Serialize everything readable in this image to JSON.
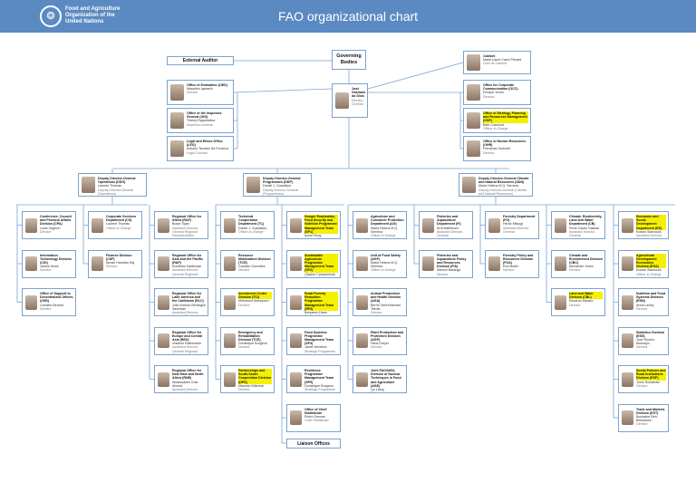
{
  "header": {
    "org_name": "Food and Agriculture\nOrganization of the\nUnited Nations",
    "title": "FAO organizational chart",
    "bg_color": "#5b8ac2"
  },
  "top": {
    "external_auditor": "External Auditor",
    "governing_bodies": "Governing\nBodies",
    "dg": {
      "name": "José Graziano da Silva",
      "role": "Director-General"
    },
    "cabinet": {
      "name": "Cabinet",
      "person": "Marie-Laure Carré-Pénard",
      "role": "Chef de Cabinet"
    },
    "left_units": [
      {
        "name": "Office of Evaluation (OED)",
        "person": "Masahiro Igarashi",
        "role": "Director"
      },
      {
        "name": "Office of the Inspector-General (OIG)",
        "person": "Thierry Rajaobelina",
        "role": "Inspector-General"
      },
      {
        "name": "Legal and Ethics Office (LEG)",
        "person": "Antonio Tavares Da Fonseca",
        "role": "Legal Counsel"
      }
    ],
    "right_units": [
      {
        "name": "Office for Corporate Communication (OCC)",
        "person": "Enrique Yeves",
        "role": "Director",
        "hl": false
      },
      {
        "name": "Office of Strategy, Planning and Resources Management (OSP)",
        "person": "Beth Crawford",
        "role": "Officer-in-Charge",
        "hl": true
      },
      {
        "name": "Office of Human Resources (OHR)",
        "person": "Fernanda Guerrieri",
        "role": "Director",
        "hl": false
      }
    ]
  },
  "ddgs": [
    {
      "name": "Deputy Director-General Operations (DDO)",
      "person": "Laurent Thomas",
      "role": "Deputy Director-General (Operations)"
    },
    {
      "name": "Deputy Director-General Programmes (DDP)",
      "person": "Daniel J. Gustafson",
      "role": "Deputy Director-General (Programmes)"
    },
    {
      "name": "Deputy Director-General Climate and Natural Resources (DDN)",
      "person": "Maria Helena M.Q. Semedo",
      "role": "Deputy Director-General (Climate and Natural Resources)"
    }
  ],
  "columns": [
    {
      "items": [
        {
          "name": "Conference, Council and Protocol Affairs Division (CPA)",
          "person": "Louis Gagnon",
          "role": "Director",
          "hl": false
        },
        {
          "name": "Information Technology Division (CIO)",
          "person": "James Howe",
          "role": "Director",
          "hl": false
        },
        {
          "name": "Office of Support to Decentralized Offices (OSD)",
          "person": "Caroline Benard",
          "role": "Director",
          "hl": false
        }
      ]
    },
    {
      "items": [
        {
          "name": "Corporate Services Department (CS)",
          "person": "Laurent Thomas",
          "role": "Officer-in-Charge",
          "hl": false
        },
        {
          "name": "Finance Division (CSF)",
          "person": "Aiman Hamdan Haj",
          "role": "Director",
          "hl": false
        }
      ]
    },
    {
      "items": [
        {
          "name": "Regional Office for Africa (RAF)",
          "person": "Bukar Tijani",
          "role": "Assistant Director-General Regional Representative",
          "hl": false
        },
        {
          "name": "Regional Office for Asia and the Pacific (RAP)",
          "person": "Kundhavi Kadiresan",
          "role": "Assistant Director-General Regional Representative",
          "hl": false
        },
        {
          "name": "Regional Office for Latin America and the Caribbean (RLC)",
          "person": "Julio Antonio Berdegue Sacristan",
          "role": "Assistant Director-General Regional Representative",
          "hl": false
        },
        {
          "name": "Regional Office for Europe and Central Asia (REU)",
          "person": "Vladimir Rakhmanin",
          "role": "Assistant Director-General Regional Representative",
          "hl": false
        },
        {
          "name": "Regional Office for Near East and North Africa (RNE)",
          "person": "Abdessalam Ould Ahmed",
          "role": "Assistant Director-General Regional Representative",
          "hl": false
        }
      ]
    },
    {
      "items": [
        {
          "name": "Technical Cooperation Department (TC)",
          "person": "Daniel J. Gustafson",
          "role": "Officer-in-Charge",
          "hl": false
        },
        {
          "name": "Resource Mobilization Division (TCR)",
          "person": "Gustavo Gonzalez",
          "role": "Director",
          "hl": false
        },
        {
          "name": "Investment Centre Division (TCI)",
          "person": "Mohamed Manssouri",
          "role": "Director",
          "hl": true
        },
        {
          "name": "Emergency and Rehabilitation Division (TCE)",
          "person": "Dominique Burgeon",
          "role": "Director",
          "hl": false
        },
        {
          "name": "Partnerships and South-South Cooperation Division (DPS)",
          "person": "Marcela Villarreal",
          "role": "Director",
          "hl": true
        }
      ]
    },
    {
      "items": [
        {
          "name": "Hunger Eradication, Food Security and Nutrition Programme Management Team (SP1)",
          "person": "Anna Ricoy",
          "role": "Strategic Programme Leader",
          "hl": true
        },
        {
          "name": "Sustainable Agriculture Programme Management Team (SP2)",
          "person": "Clayton Campanhola",
          "role": "Strategic Programme Leader",
          "hl": true
        },
        {
          "name": "Rural Poverty Reduction Programme Management Team (SP3)",
          "person": "Benjamin Davis",
          "role": "Strategic Programme Leader",
          "hl": true
        },
        {
          "name": "Food Systems Programme Management Team (SP4)",
          "person": "Jamie Morrison",
          "role": "Strategic Programme Leader",
          "hl": false
        },
        {
          "name": "Resilience Programme Management Team (SP5)",
          "person": "Dominique Burgeon",
          "role": "Strategic Programme Leader",
          "hl": false
        },
        {
          "name": "Office of Chief Statistician",
          "person": "Pietro Gennari",
          "role": "Chief Statistician",
          "hl": false
        }
      ],
      "tail": "Liaison Offices"
    },
    {
      "items": [
        {
          "name": "Agriculture and Consumer Protection Department (AG)",
          "person": "Maria Helena M.Q. Semedo",
          "role": "Officer-in-Charge",
          "hl": false
        },
        {
          "name": "Unit of Food Safety (AGF)",
          "person": "Maria Helena M.Q. Semedo",
          "role": "Officer-in-Charge",
          "hl": false
        },
        {
          "name": "Animal Production and Health Division (AGA)",
          "person": "Berhe Gebremichael Tekola",
          "role": "Director",
          "hl": false
        },
        {
          "name": "Plant Production and Protection Division (AGP)",
          "person": "Hans Dreyer",
          "role": "Director",
          "hl": false
        },
        {
          "name": "Joint FAO/IAEA Division of Nuclear Techniques in Food and Agriculture (AGE)",
          "person": "Qu Liang",
          "role": "Director",
          "hl": false
        }
      ]
    },
    {
      "items": [
        {
          "name": "Fisheries and Aquaculture Department (FI)",
          "person": "Árni Mathiesen",
          "role": "Assistant Director-General",
          "hl": false
        },
        {
          "name": "Fisheries and Aquaculture Policy and Resources Division (FIA)",
          "person": "Manuel Barange",
          "role": "Director",
          "hl": false
        }
      ]
    },
    {
      "items": [
        {
          "name": "Forestry Department (FO)",
          "person": "Hiroto Mitsugi",
          "role": "Assistant Director-General",
          "hl": false
        },
        {
          "name": "Forestry Policy and Resources Division (FOA)",
          "person": "Eva Muller",
          "role": "Director",
          "hl": false
        }
      ]
    },
    {
      "items": [
        {
          "name": "Climate, Biodiversity, Land and Water Department (CB)",
          "person": "René Castro Salazar",
          "role": "Assistant Director-General",
          "hl": false
        },
        {
          "name": "Climate and Environment Division (CBC)",
          "person": "Alexander Jones",
          "role": "Director",
          "hl": false
        },
        {
          "name": "Land and Water Division (CBL)",
          "person": "Eduardo Mansur",
          "role": "Director",
          "hl": true
        }
      ]
    },
    {
      "items": [
        {
          "name": "Economic and Social Development Department (ES)",
          "person": "Kostas Stamoulis",
          "role": "Assistant Director-General",
          "hl": true
        },
        {
          "name": "Agricultural Development Economics Division (ESA)",
          "person": "Kostas Stamoulis",
          "role": "Officer-in-Charge",
          "hl": true
        },
        {
          "name": "Nutrition and Food Systems Division (ESN)",
          "person": "Anna Lartey",
          "role": "Director",
          "hl": false
        },
        {
          "name": "Statistics Division (ESS)",
          "person": "José Rosero Moncayo",
          "role": "Director",
          "hl": false
        },
        {
          "name": "Social Policies and Rural Institutions Division (ESP)",
          "person": "Jomo Sundaram",
          "role": "Director",
          "hl": true
        },
        {
          "name": "Trade and Markets Division (EST)",
          "person": "Boubaker Ben-Belhassen",
          "role": "Director",
          "hl": false
        }
      ]
    }
  ]
}
